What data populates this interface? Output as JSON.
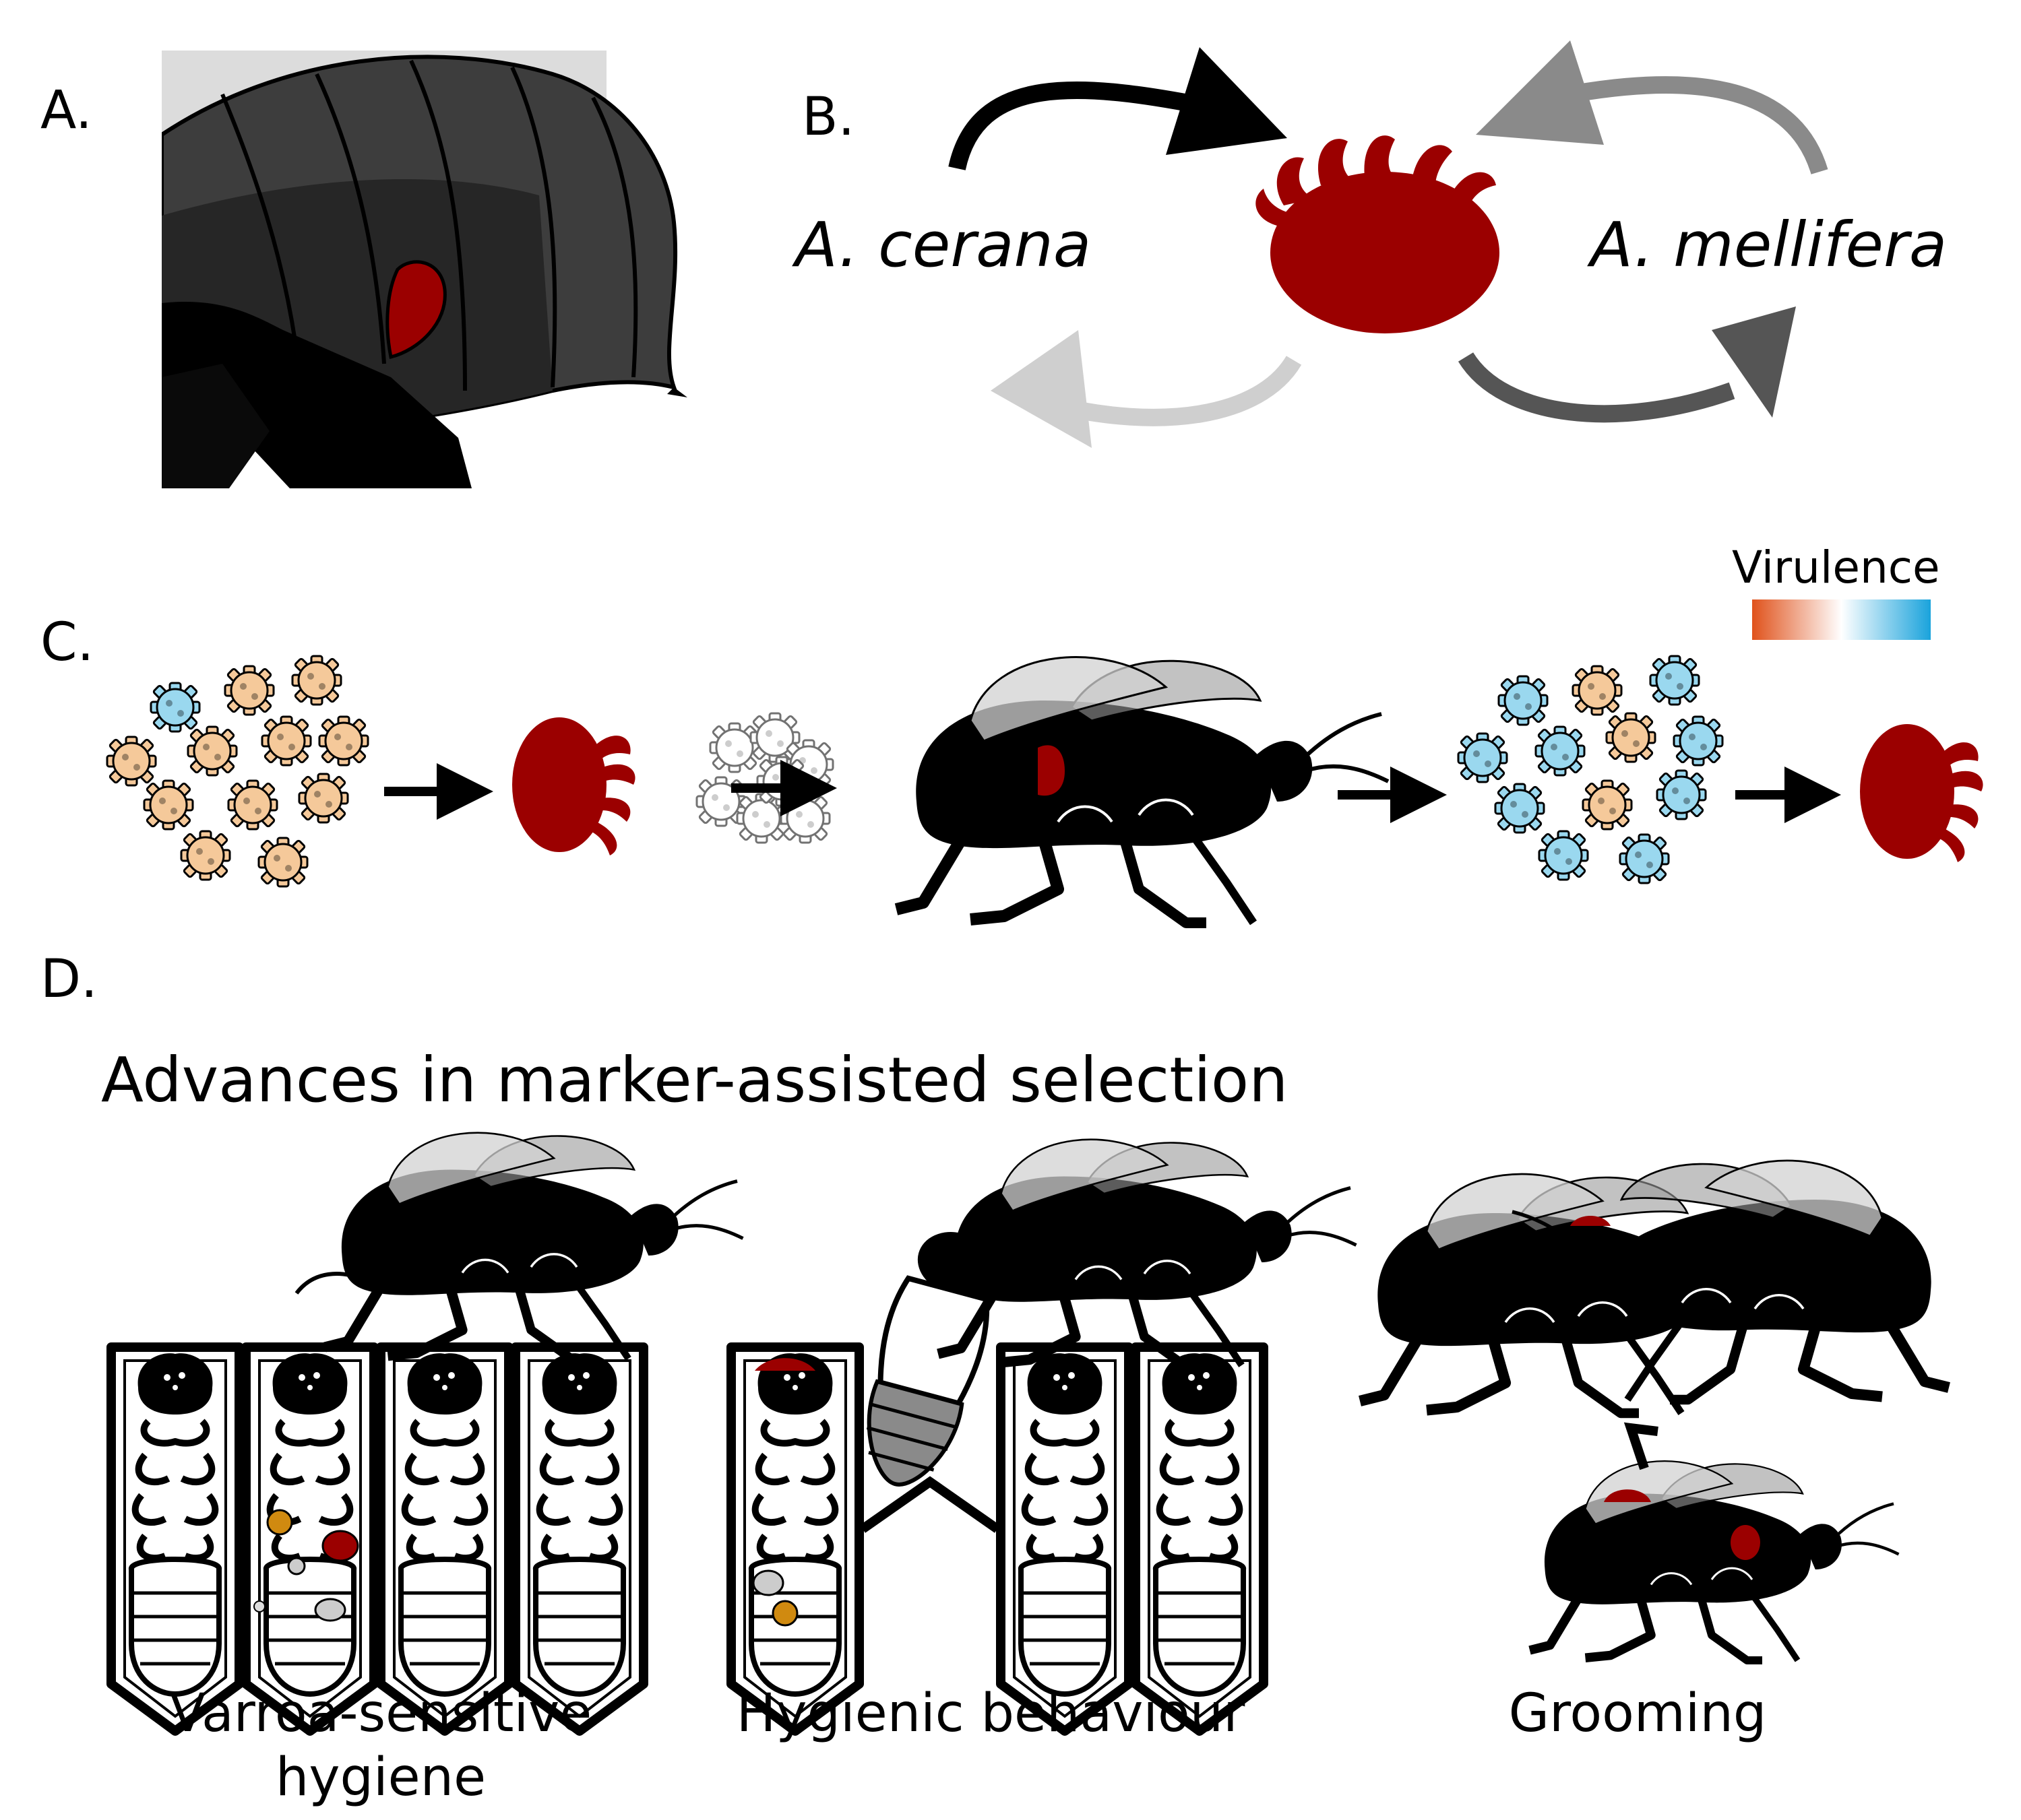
{
  "panels": {
    "a": {
      "letter": "A."
    },
    "b": {
      "letter": "B.",
      "species_left": "A. cerana",
      "species_right": "A. mellifera"
    },
    "c": {
      "letter": "C.",
      "legend_title": "Virulence",
      "legend_colors": [
        "#e0521b",
        "#ffffff",
        "#1aa3dc"
      ]
    },
    "d": {
      "letter": "D.",
      "heading": "Advances in marker-assisted selection",
      "captions": {
        "vsh_line1": "Varroa-sensitive",
        "vsh_line2": "hygiene",
        "hygienic": "Hygienic behaviour",
        "grooming": "Grooming"
      }
    }
  },
  "colors": {
    "mite": "#9b0000",
    "bee": "#000000",
    "arrow_black": "#000000",
    "arrow_dark_grey": "#555555",
    "arrow_mid_grey": "#8a8a8a",
    "arrow_light_grey": "#cccccc",
    "virus_low": "#f5c99a",
    "virus_high": "#9ad8ef"
  }
}
